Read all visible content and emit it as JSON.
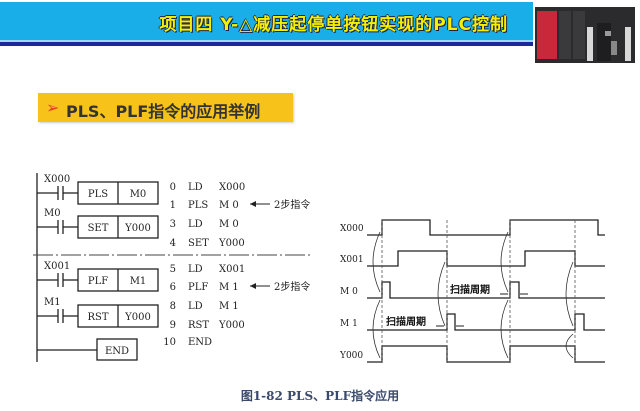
{
  "header": {
    "title": "项目四  Y-△减压起停单按钮实现的PLC控制",
    "image": "plc-hardware-photo"
  },
  "section": {
    "arrow": "➢",
    "title": "PLS、PLF指令的应用举例"
  },
  "ladder": {
    "rungs": [
      {
        "contact": "X000",
        "instr": "PLS",
        "operand": "M0"
      },
      {
        "contact": "M0",
        "instr": "SET",
        "operand": "Y000"
      },
      {
        "contact": "X001",
        "instr": "PLF",
        "operand": "M1"
      },
      {
        "contact": "M1",
        "instr": "RST",
        "operand": "Y000"
      }
    ],
    "end": "END"
  },
  "program": [
    {
      "step": "0",
      "op": "LD",
      "arg": "X000"
    },
    {
      "step": "1",
      "op": "PLS",
      "arg": "M 0"
    },
    {
      "step": "3",
      "op": "LD",
      "arg": "M 0"
    },
    {
      "step": "4",
      "op": "SET",
      "arg": "Y000"
    },
    {
      "step": "5",
      "op": "LD",
      "arg": "X001"
    },
    {
      "step": "6",
      "op": "PLF",
      "arg": "M 1"
    },
    {
      "step": "8",
      "op": "LD",
      "arg": "M 1"
    },
    {
      "step": "9",
      "op": "RST",
      "arg": "Y000"
    },
    {
      "step": "10",
      "op": "END",
      "arg": ""
    }
  ],
  "notes": [
    "2步指令",
    "2步指令"
  ],
  "timing": {
    "signals": [
      "X000",
      "X001",
      "M 0",
      "M 1",
      "Y000"
    ],
    "scan_label_1": "扫描周期",
    "scan_label_2": "扫描周期"
  },
  "caption": "图1-82   PLS、PLF指令应用"
}
